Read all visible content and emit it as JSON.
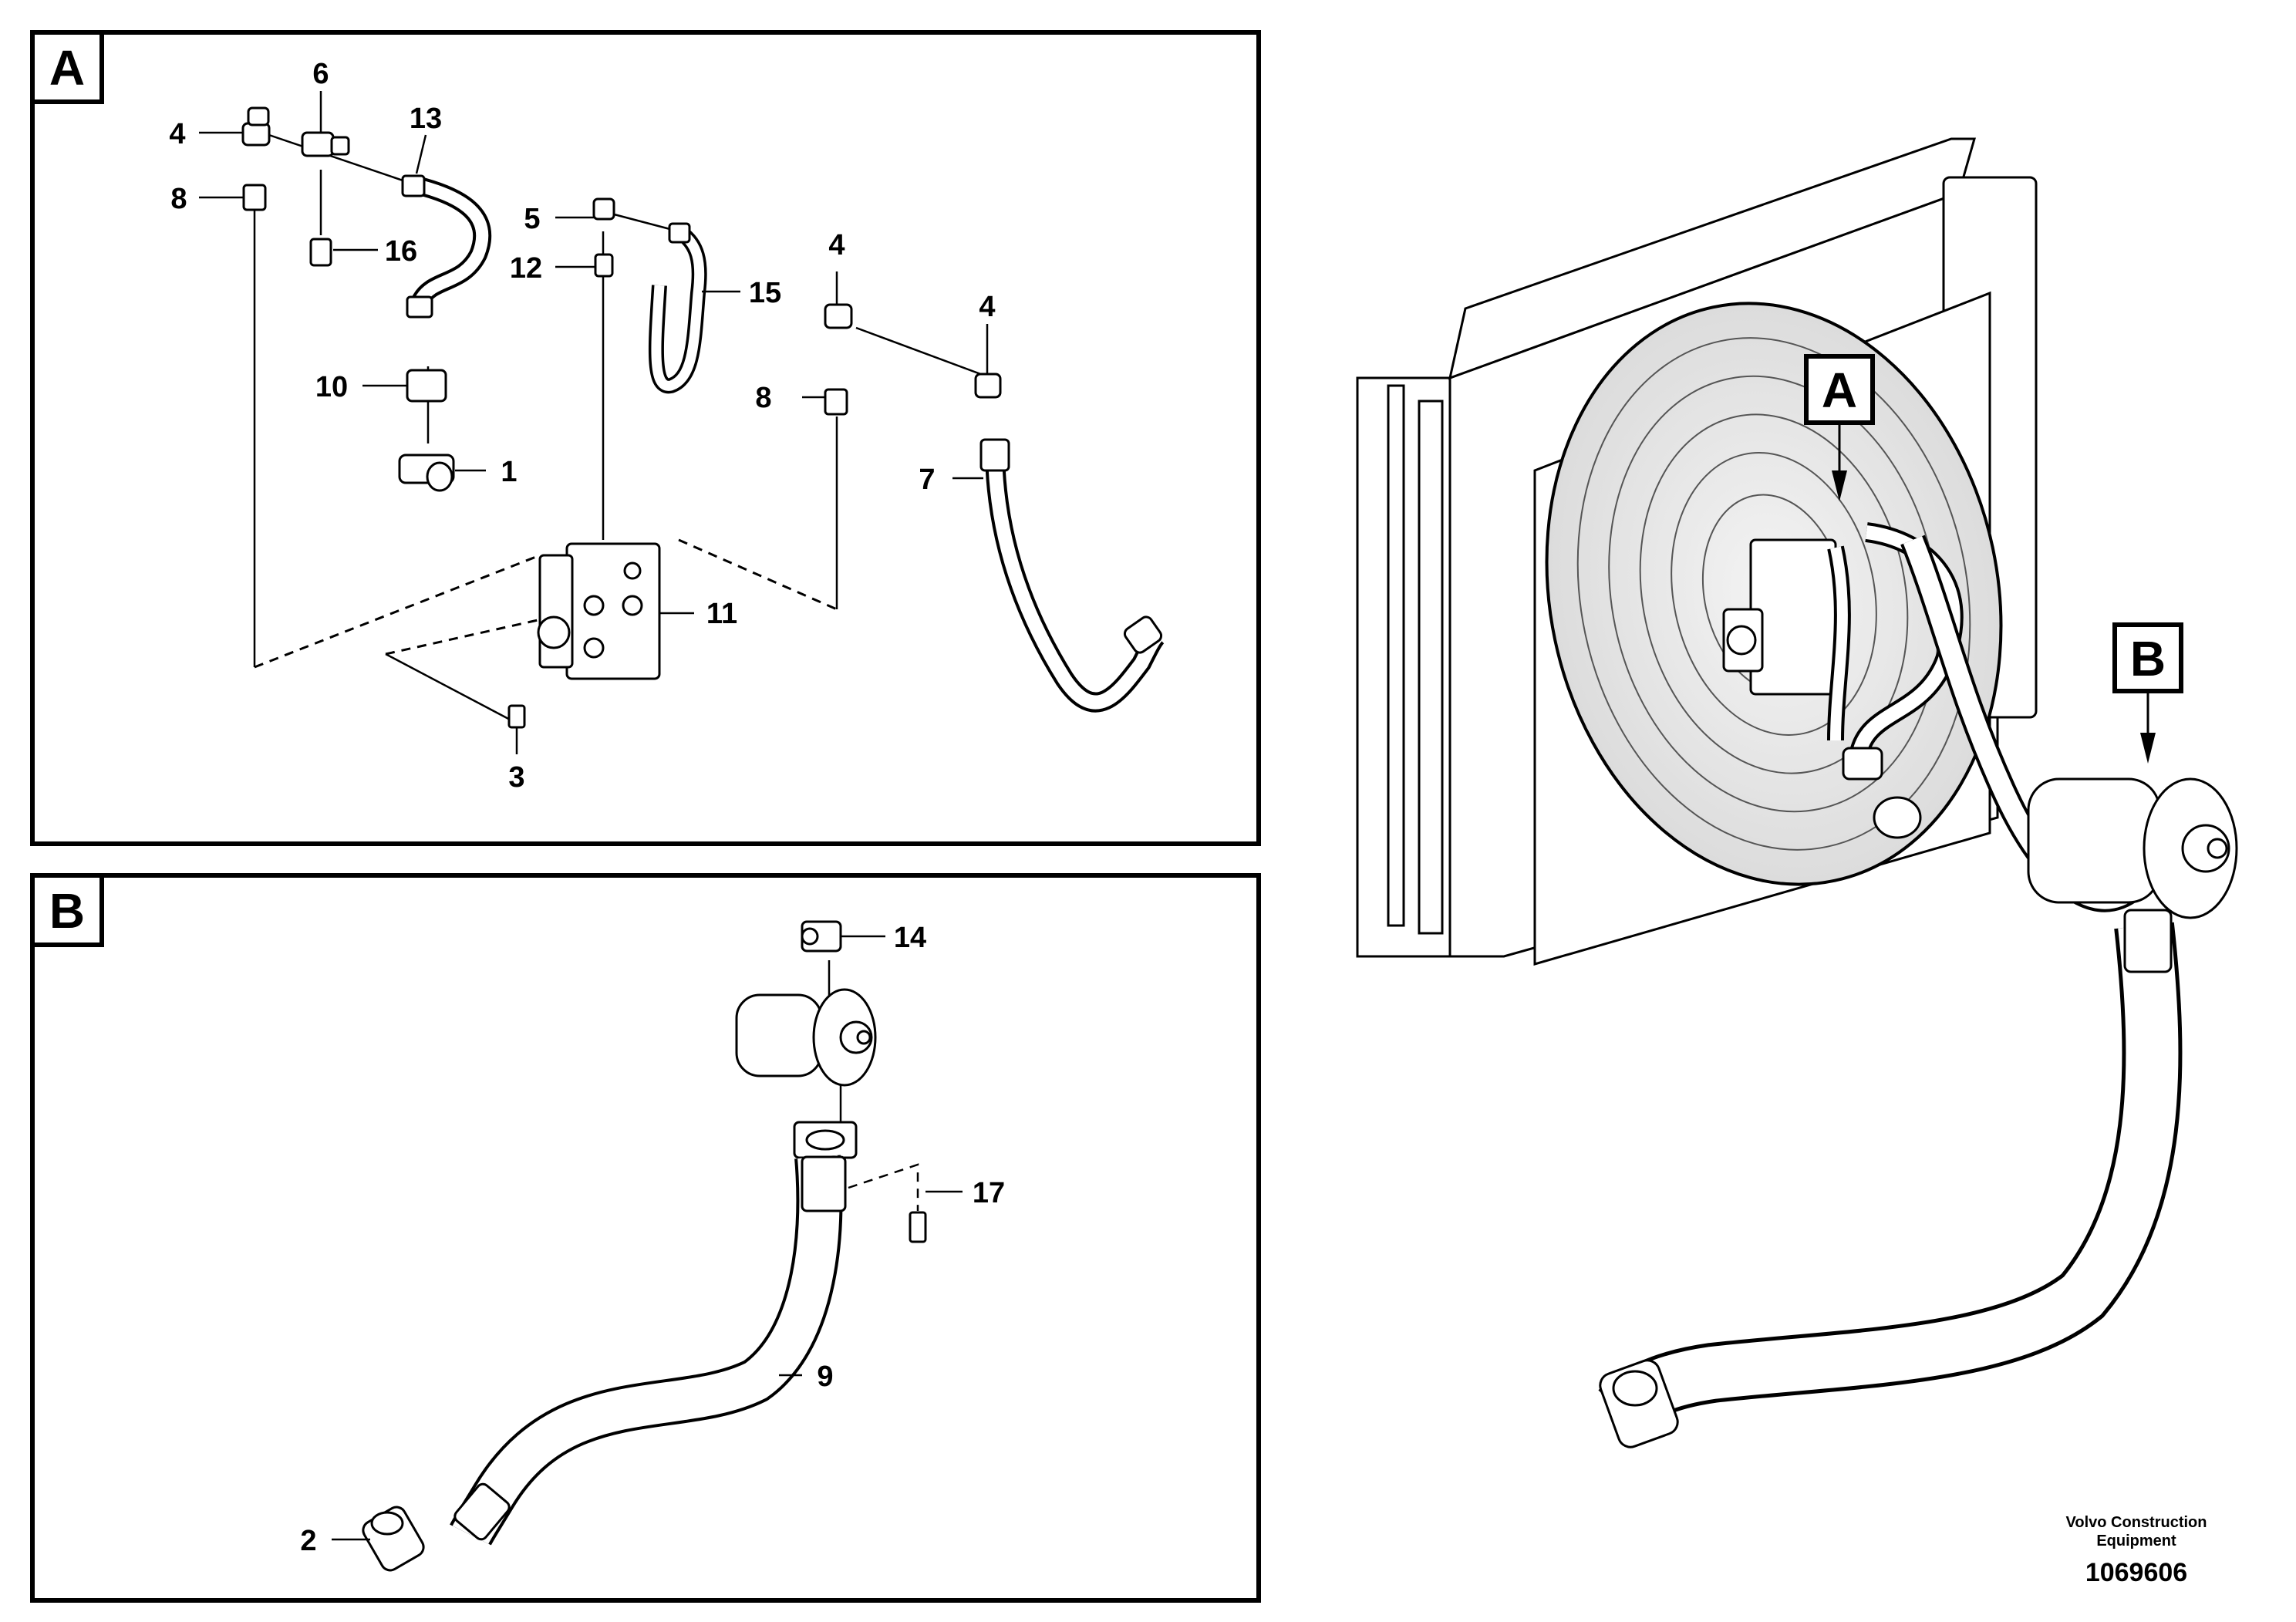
{
  "panels": [
    {
      "id": "A",
      "label": "A"
    },
    {
      "id": "B",
      "label": "B"
    }
  ],
  "callouts_panel_a": [
    "4",
    "6",
    "13",
    "8",
    "16",
    "5",
    "12",
    "15",
    "4",
    "4",
    "10",
    "8",
    "1",
    "7",
    "11",
    "3"
  ],
  "callouts_panel_b": [
    "14",
    "17",
    "9",
    "2"
  ],
  "overview_callouts": [
    "A",
    "B"
  ],
  "footer": {
    "brand_line1": "Volvo Construction",
    "brand_line2": "Equipment",
    "drawing_number": "1069606"
  }
}
